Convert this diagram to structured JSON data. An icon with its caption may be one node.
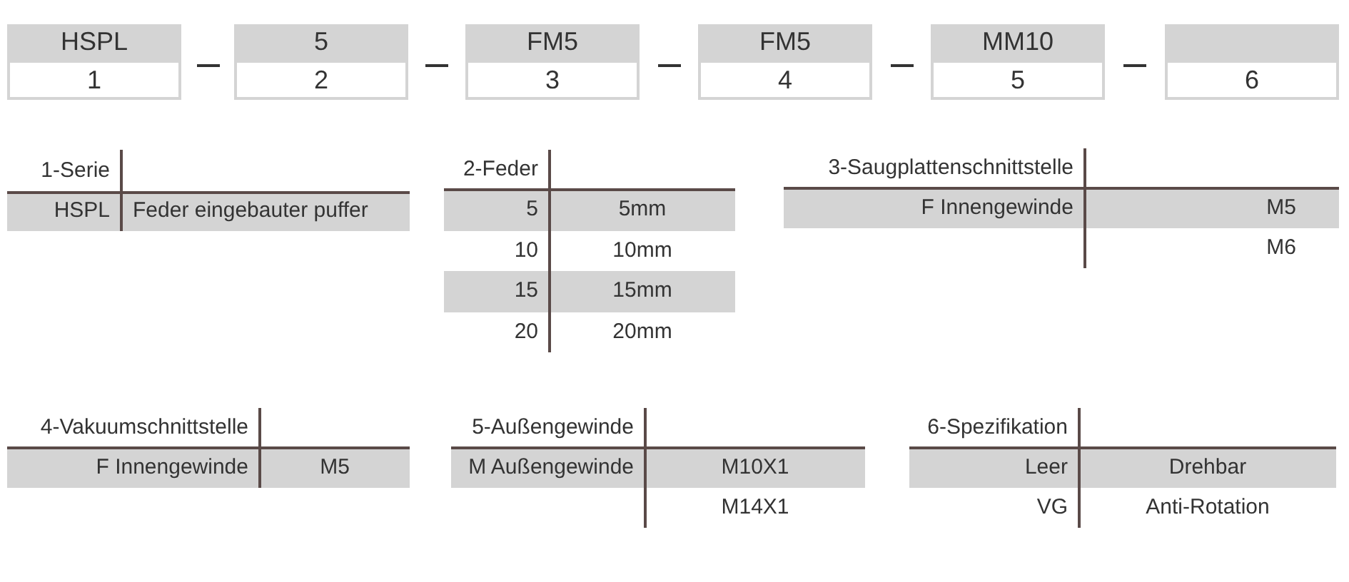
{
  "diagram": {
    "nodes": [
      {
        "text": [
          "HSPL",
          "1"
        ]
      },
      {
        "text": [
          "5",
          "2"
        ]
      },
      {
        "text": [
          "FM5",
          "3"
        ]
      },
      {
        "text": [
          "FM5",
          "4"
        ]
      },
      {
        "text": [
          "MM10",
          "5"
        ]
      },
      {
        "text": [
          "6"
        ]
      }
    ],
    "labels": [
      "1-Serie",
      "HSPL",
      "Feder eingebauter puffer",
      "2-Feder",
      "5",
      "5mm",
      "10",
      "10mm",
      "15",
      "15mm",
      "20",
      "20mm",
      "3-Saugplattenschnittstelle",
      "F Innengewinde",
      "M5",
      "M6",
      "4-Vakuumschnittstelle",
      "F Innengewinde",
      "M5",
      "5-Außengewinde",
      "M Außengewinde",
      "M10X1",
      "M14X1",
      "6-Spezifikation",
      "Leer",
      "Drehbar",
      "VG",
      "Anti-Rotation"
    ]
  }
}
